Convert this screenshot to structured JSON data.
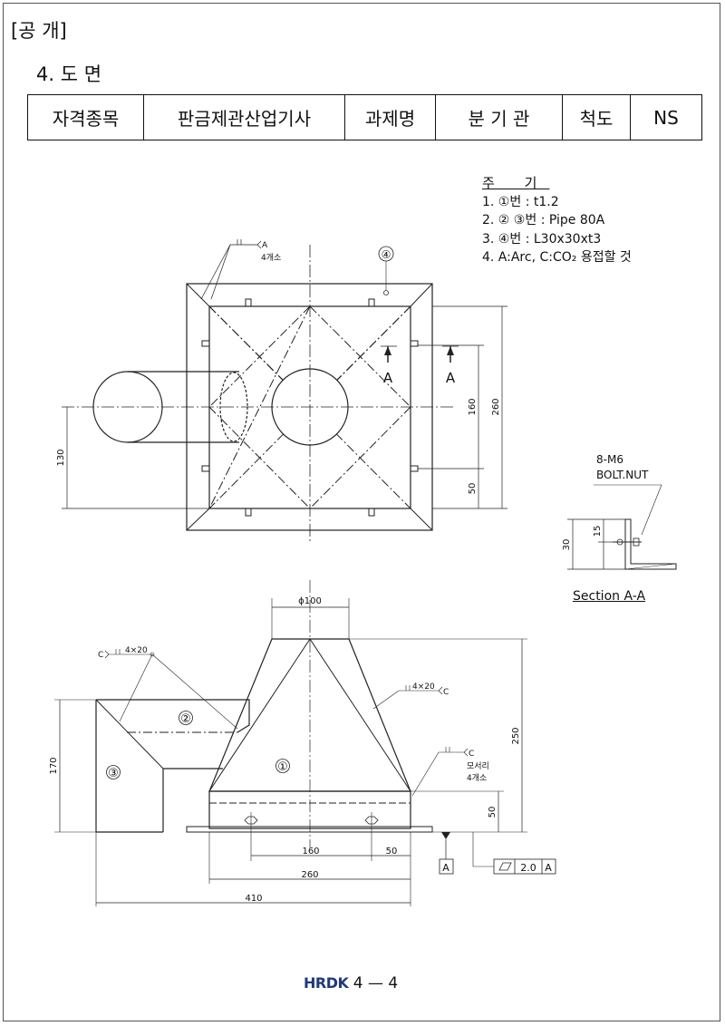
{
  "header": {
    "title": "[공 개]",
    "section": "4. 도  면"
  },
  "info_table": {
    "cells": [
      "자격종목",
      "판금제관산업기사",
      "과제명",
      "분 기 관",
      "척도",
      "NS"
    ]
  },
  "notes": {
    "title": "주 기",
    "items": [
      "1. ①번 : t1.2",
      "2. ② ③번 : Pipe 80A",
      "3. ④번 : L30x30xt3",
      "4. A:Arc, C:CO₂ 용접할 것"
    ]
  },
  "plan_view": {
    "weld_label": "A",
    "weld_count": "4개소",
    "part4_marker": "④",
    "section_mark": "A",
    "dim_160": "160",
    "dim_260": "260",
    "dim_50": "50",
    "dim_130": "130"
  },
  "section_view": {
    "bolt_label_1": "8-M6",
    "bolt_label_2": "BOLT.NUT",
    "dim_30": "30",
    "dim_15": "15",
    "caption": "Section A-A"
  },
  "front_view": {
    "dim_dia": "ϕ100",
    "weld_c_left": "C",
    "weld_4x20": "4×20",
    "weld_c_right": "C",
    "weld_c_corner": "C",
    "weld_corner_1": "모서리",
    "weld_corner_2": "4개소",
    "part1": "①",
    "part2": "②",
    "part3": "③",
    "dim_170": "170",
    "dim_250": "250",
    "dim_50": "50",
    "dim_160": "160",
    "dim_50b": "50",
    "dim_260": "260",
    "dim_410": "410",
    "datum": "A",
    "tol_value": "2.0",
    "tol_datum": "A"
  },
  "footer": {
    "logo": "HRDK",
    "page": "4 — 4"
  }
}
